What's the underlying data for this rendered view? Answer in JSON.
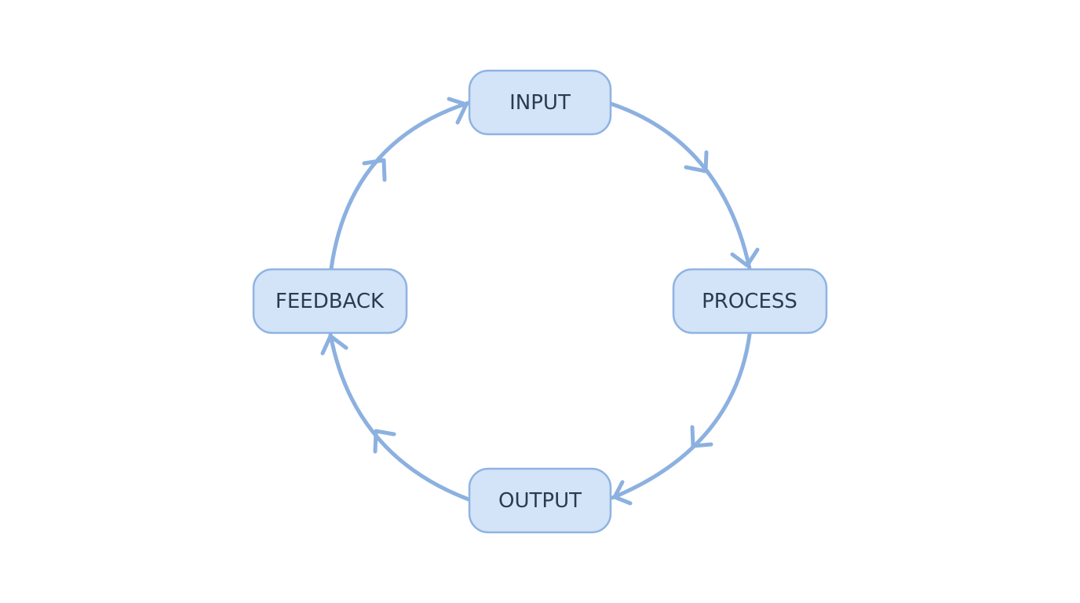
{
  "diagram": {
    "type": "cycle",
    "nodes": [
      {
        "id": "input",
        "label": "INPUT"
      },
      {
        "id": "process",
        "label": "PROCESS"
      },
      {
        "id": "output",
        "label": "OUTPUT"
      },
      {
        "id": "feedback",
        "label": "FEEDBACK"
      }
    ],
    "edges": [
      {
        "from": "input",
        "to": "process"
      },
      {
        "from": "process",
        "to": "output"
      },
      {
        "from": "output",
        "to": "feedback"
      },
      {
        "from": "feedback",
        "to": "input"
      }
    ],
    "colors": {
      "node_fill": "#d3e3f8",
      "node_border": "#8fb3e1",
      "edge": "#8cb1e0",
      "text": "#2c3a4f"
    }
  }
}
